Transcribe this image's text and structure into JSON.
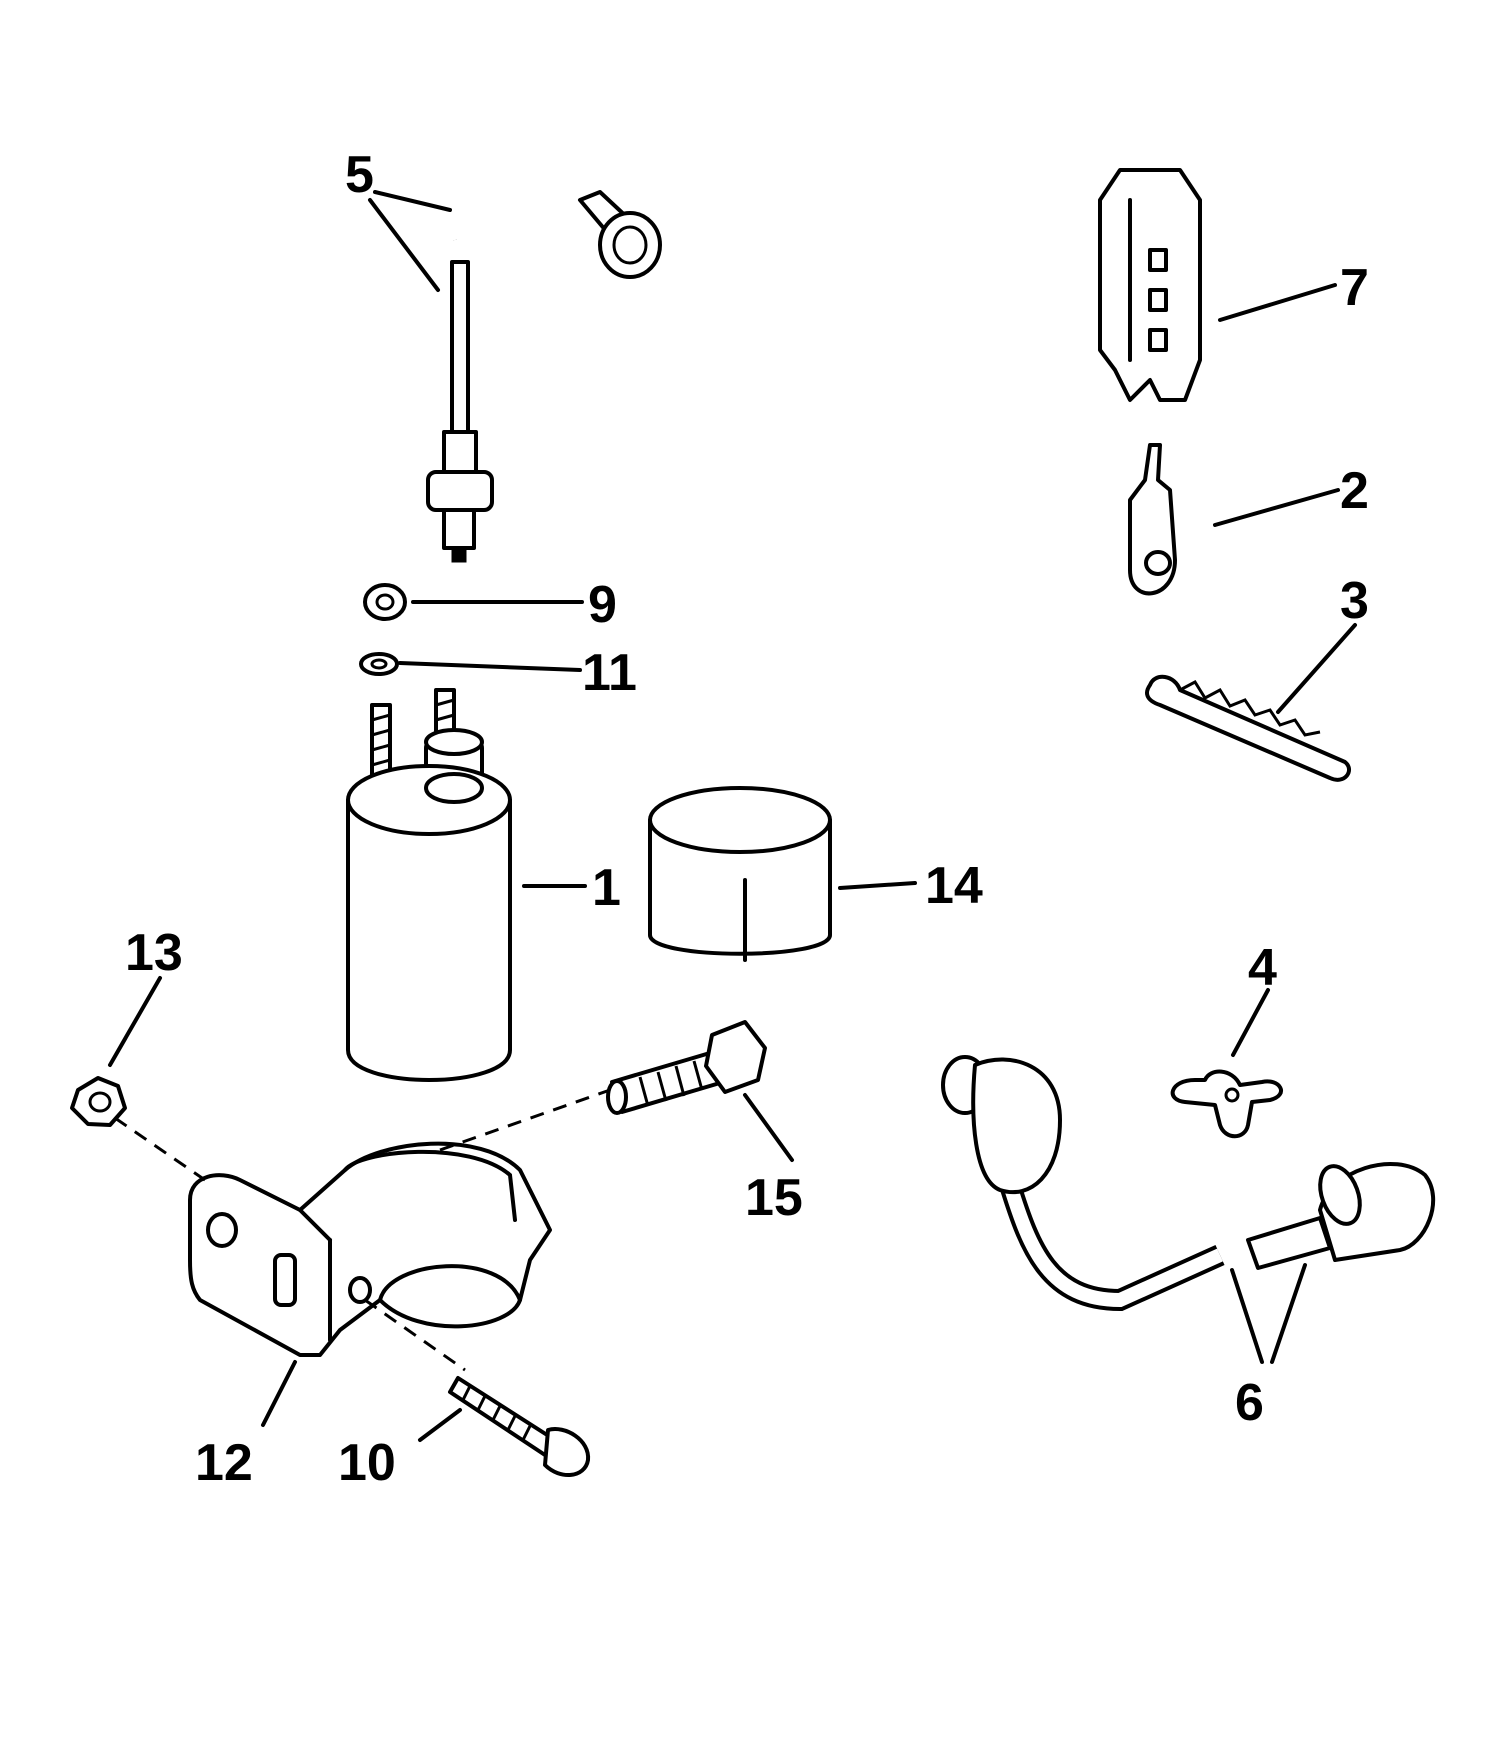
{
  "callouts": {
    "c1": "1",
    "c2": "2",
    "c3": "3",
    "c4": "4",
    "c5": "5",
    "c6": "6",
    "c7": "7",
    "c9": "9",
    "c10": "10",
    "c11": "11",
    "c12": "12",
    "c13": "13",
    "c14": "14",
    "c15": "15"
  },
  "colors": {
    "ink": "#000000",
    "paper": "#ffffff"
  }
}
